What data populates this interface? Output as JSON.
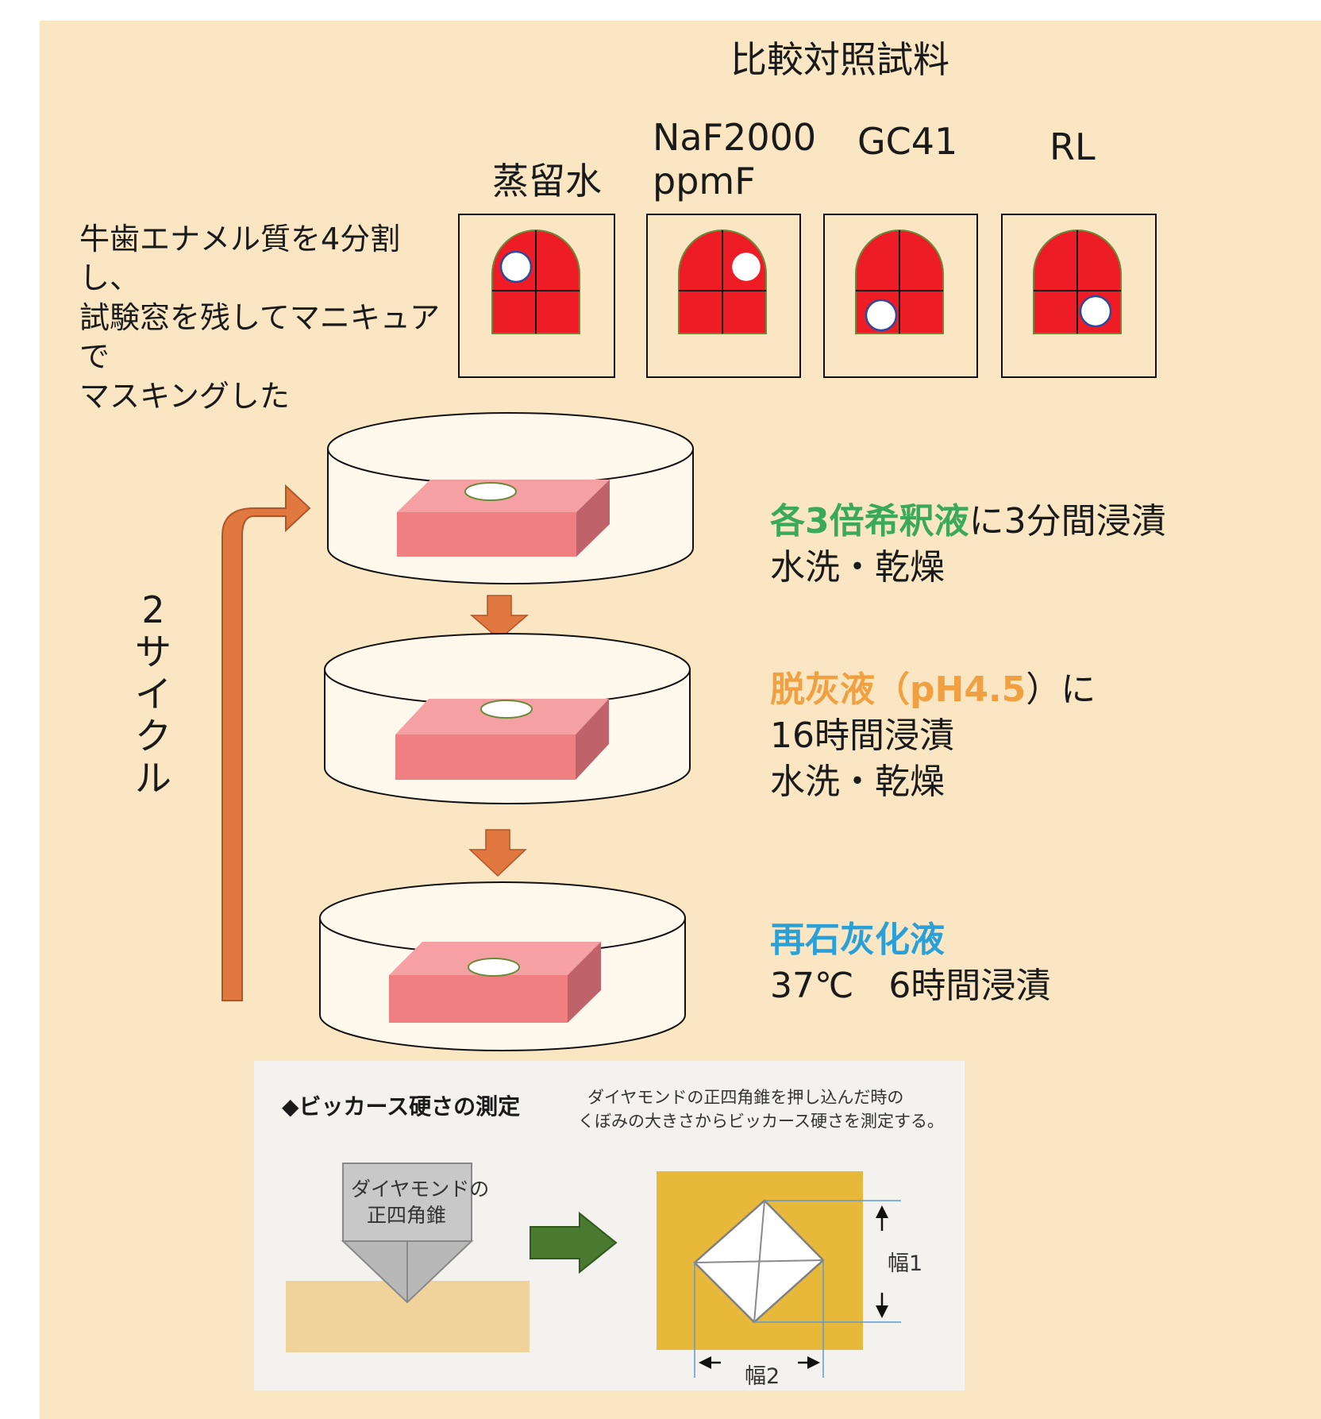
{
  "header": {
    "title": "比較対照試料"
  },
  "samples": [
    {
      "label": "蒸留水"
    },
    {
      "label_line1": "NaF2000",
      "label_line2": "ppmF"
    },
    {
      "label": "GC41"
    },
    {
      "label": "RL"
    }
  ],
  "intro": {
    "line1": "牛歯エナメル質を4分割し、",
    "line2": "試験窓を残してマニキュアで",
    "line3": "マスキングした"
  },
  "cycle": {
    "count": "2",
    "chars": [
      "サ",
      "イ",
      "ク",
      "ル"
    ]
  },
  "steps": [
    {
      "highlight": "各3倍希釈液",
      "highlight_color": "#3aaa5a",
      "rest": "に3分間浸漬",
      "line2": "水洗・乾燥"
    },
    {
      "highlight": "脱灰液（pH4.5",
      "highlight_color": "#f0a040",
      "rest": "）に",
      "line2": "16時間浸漬",
      "line3": "水洗・乾燥"
    },
    {
      "highlight": "再石灰化液",
      "highlight_color": "#2aa0d8",
      "line2": "37℃　6時間浸漬"
    }
  ],
  "vickers": {
    "title": "◆ビッカース硬さの測定",
    "desc_line1": "ダイヤモンドの正四角錐を押し込んだ時の",
    "desc_line2": "くぼみの大きさからビッカース硬さを測定する。",
    "indenter_line1": "ダイヤモンドの",
    "indenter_line2": "正四角錐",
    "width1": "幅1",
    "width2": "幅2"
  },
  "colors": {
    "background": "#fbe6c4",
    "mask_red": "#ee1c25",
    "sample_pink": "#f07f82",
    "arrow_orange": "#e07840",
    "arrow_green": "#4a7a30",
    "gold": "#e8b83a",
    "blue_guide": "#5b9bd5"
  }
}
